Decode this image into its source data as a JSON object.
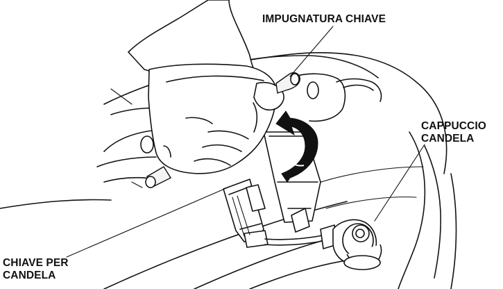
{
  "callouts": {
    "wrench_handle": "IMPUGNATURA CHIAVE",
    "plug_cap_line1": "CAPPUCCIO",
    "plug_cap_line2": "CANDELA",
    "plug_wrench_line1": "CHIAVE PER",
    "plug_wrench_line2": "CANDELA"
  },
  "colors": {
    "line": "#111111",
    "background": "#ffffff"
  }
}
